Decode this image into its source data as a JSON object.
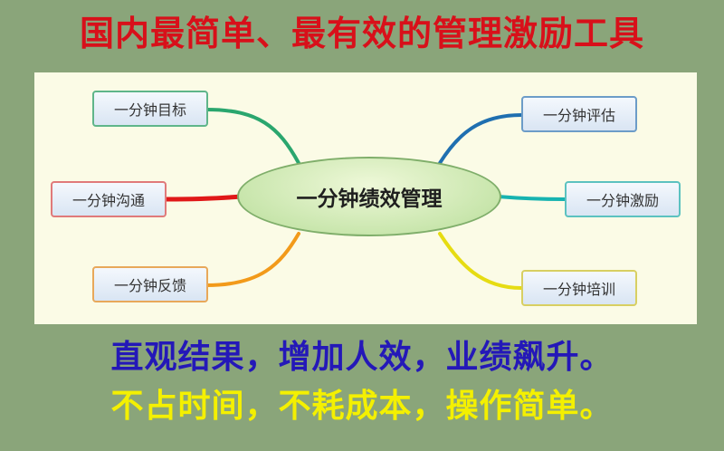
{
  "title": "国内最简单、最有效的管理激励工具",
  "mindmap": {
    "center": "一分钟绩效管理",
    "left_branches": [
      "一分钟目标",
      "一分钟沟通",
      "一分钟反馈"
    ],
    "right_branches": [
      "一分钟评估",
      "一分钟激励",
      "一分钟培训"
    ],
    "branch_colors": {
      "goal": "#2aa66e",
      "communication": "#e01818",
      "feedback": "#f29a1a",
      "evaluation": "#1f6fb0",
      "motivation": "#16b3b0",
      "training": "#e6dc12"
    }
  },
  "slogans": [
    "直观结果，增加人效，业绩飙升。",
    "不占时间，不耗成本，操作简单。"
  ],
  "colors": {
    "background": "#8aa57a",
    "title": "#d8101a",
    "slogan1": "#2418b8",
    "slogan2": "#f4f000",
    "panel": "#fbfbe6"
  }
}
